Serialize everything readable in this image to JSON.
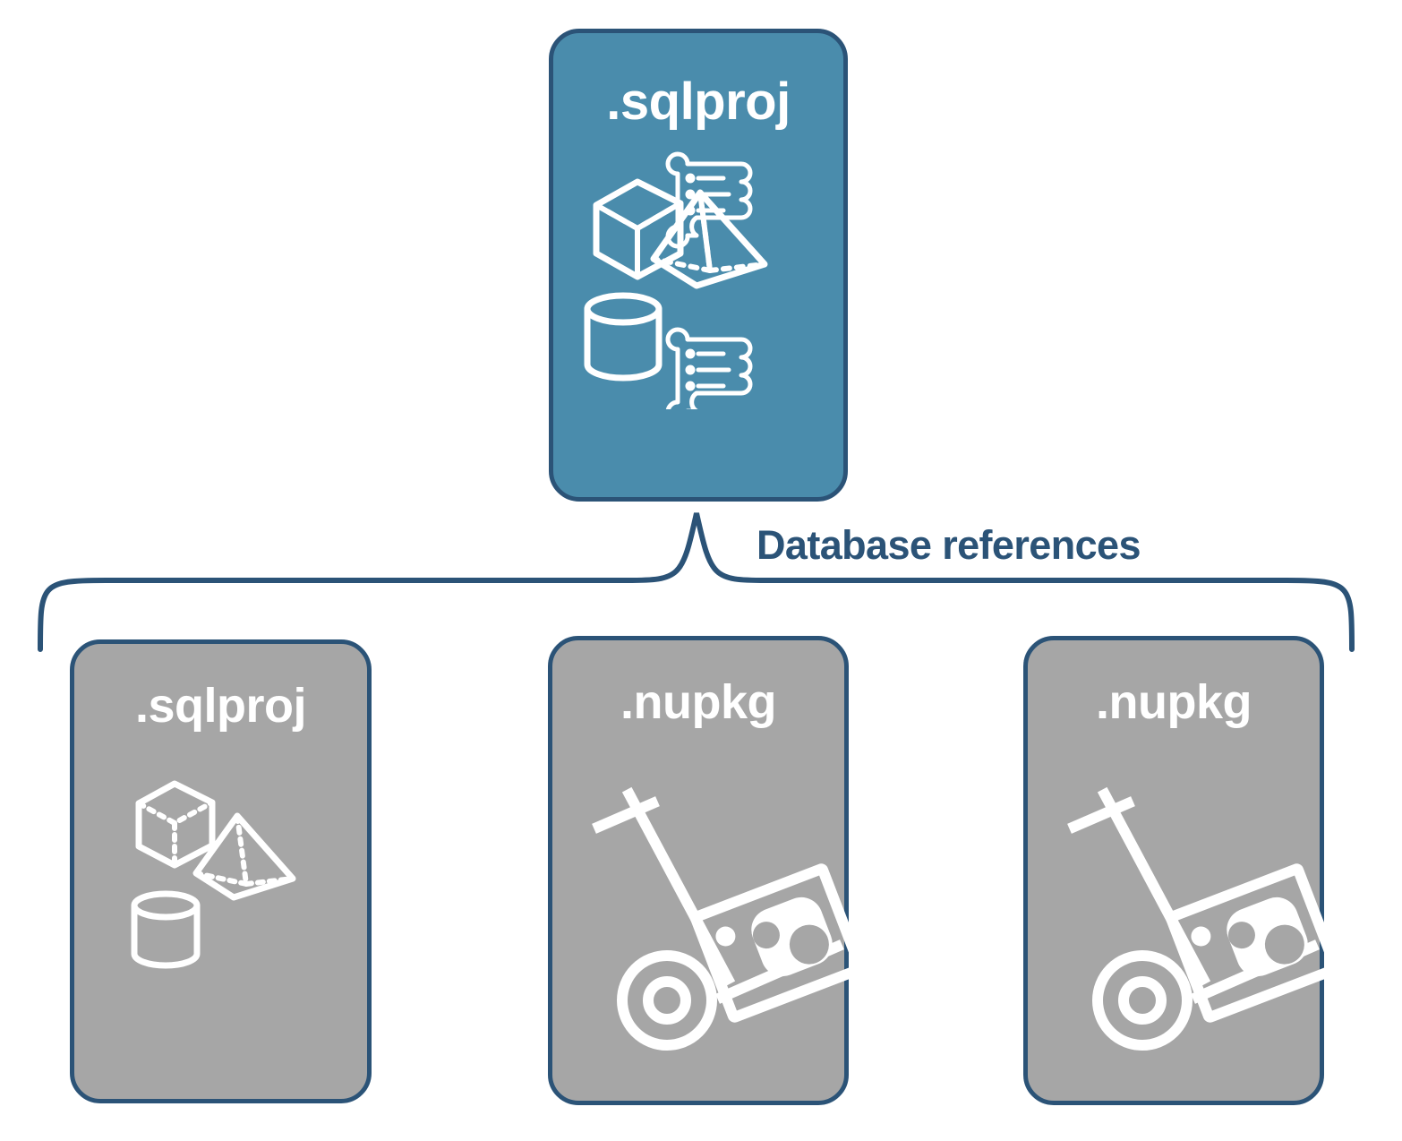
{
  "diagram": {
    "title_text": "Database references",
    "colors": {
      "node_blue_fill": "#4A8CAC",
      "node_gray_fill": "#A6A6A6",
      "stroke_navy": "#2B5377",
      "icon_white": "#FFFFFF",
      "background": "#FFFFFF"
    },
    "root": {
      "label": ".sqlproj",
      "fill": "blue",
      "icons": [
        "cube-icon",
        "scroll-icon",
        "pyramid-icon",
        "cylinder-icon",
        "scroll-icon"
      ]
    },
    "connector": {
      "label": "Database references",
      "style": "curly-brace",
      "icon": "brace-connector"
    },
    "children": [
      {
        "label": ".sqlproj",
        "fill": "gray",
        "icons": [
          "cube-icon",
          "pyramid-icon",
          "cylinder-icon"
        ]
      },
      {
        "label": ".nupkg",
        "fill": "gray",
        "icons": [
          "hand-truck-icon",
          "nuget-package-icon"
        ]
      },
      {
        "label": ".nupkg",
        "fill": "gray",
        "icons": [
          "hand-truck-icon",
          "nuget-package-icon"
        ]
      }
    ]
  }
}
